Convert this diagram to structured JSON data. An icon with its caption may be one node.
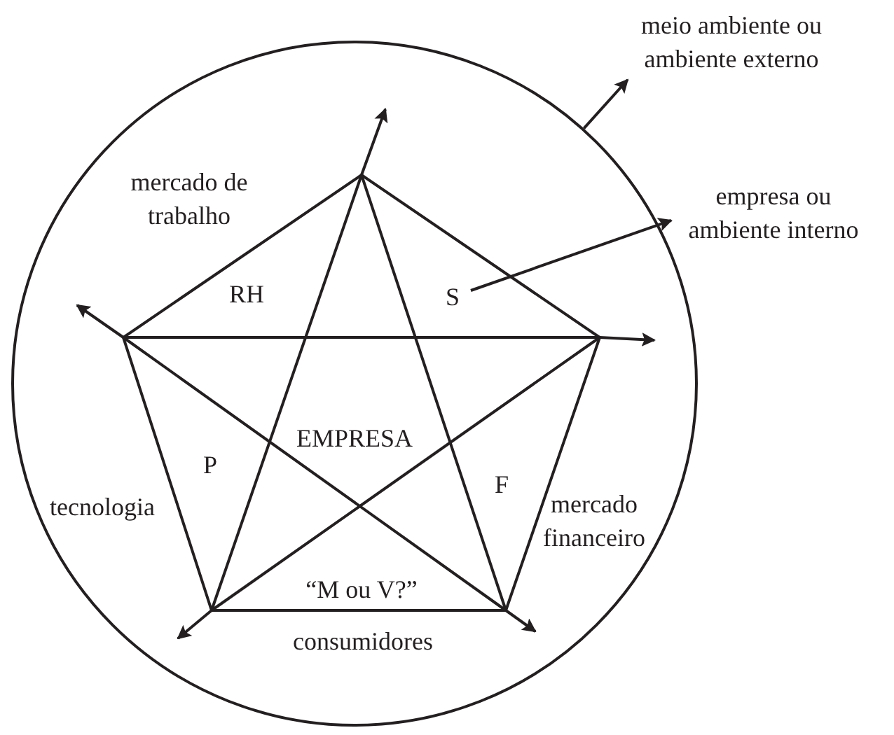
{
  "diagram": {
    "nodes": [
      {
        "text": [],
        "shape": "circle"
      },
      {
        "text": [
          "meio ambiente ou ambiente externo"
        ]
      },
      {
        "text": [
          "S"
        ],
        "in": 0
      },
      {
        "text": [
          "empresa ou ambiente interno"
        ]
      }
    ],
    "edges": [
      {
        "from": 0,
        "to": 1,
        "arrow": "to"
      },
      {
        "from": 2,
        "to": 3,
        "arrow": "to"
      }
    ],
    "labels": [
      "mercado de trabalho",
      "RH",
      "EMPRESA",
      "P",
      "F",
      "tecnologia",
      "mercado financeiro",
      "“M ou V?”",
      "consumidores"
    ]
  }
}
